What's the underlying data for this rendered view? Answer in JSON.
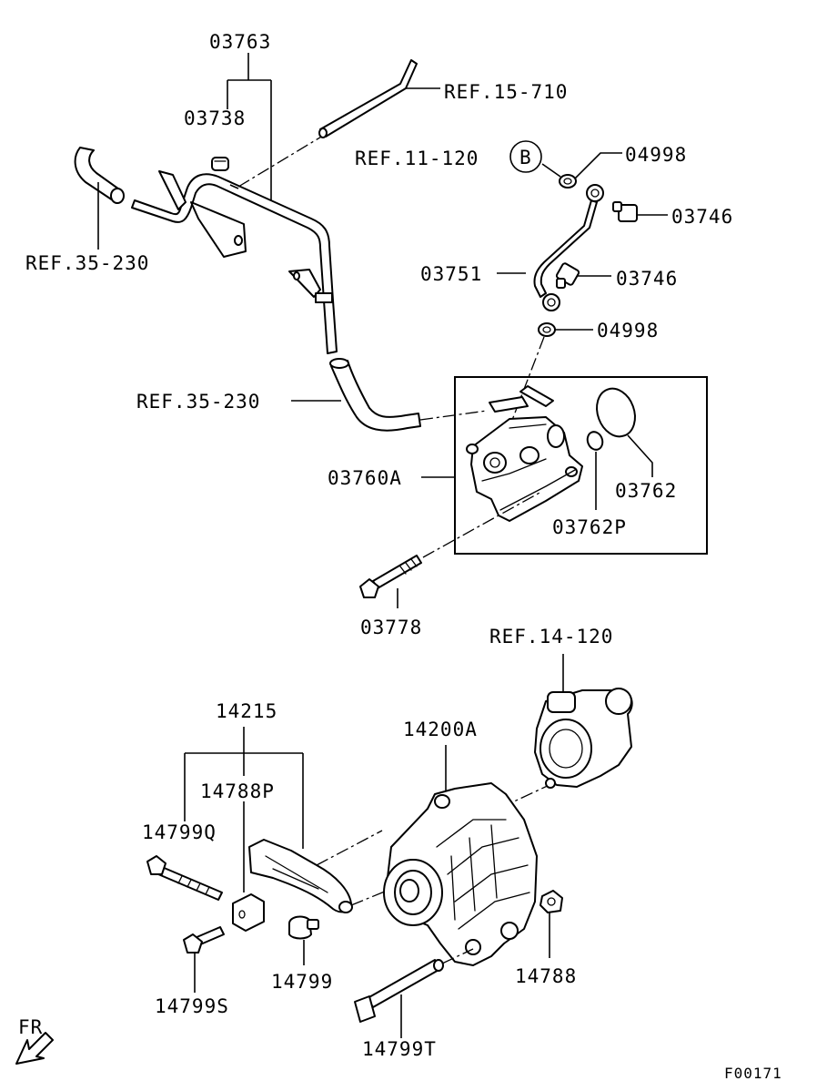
{
  "callouts": {
    "p03763": "03763",
    "p03738": "03738",
    "ref_15_710": "REF.15-710",
    "ref_11_120": "REF.11-120",
    "circle_b": "B",
    "p04998_top": "04998",
    "p03746_top": "03746",
    "ref_35_230_top": "REF.35-230",
    "p03751": "03751",
    "p03746_mid": "03746",
    "p04998_mid": "04998",
    "ref_35_230_mid": "REF.35-230",
    "p03760a": "03760A",
    "p03762": "03762",
    "p03762p": "03762P",
    "p03778": "03778",
    "ref_14_120": "REF.14-120",
    "p14215": "14215",
    "p14200a": "14200A",
    "p14788p": "14788P",
    "p14799q": "14799Q",
    "p14788": "14788",
    "p14799": "14799",
    "p14799s": "14799S",
    "p14799t": "14799T",
    "fr": "FR",
    "figure_code": "F00171"
  }
}
